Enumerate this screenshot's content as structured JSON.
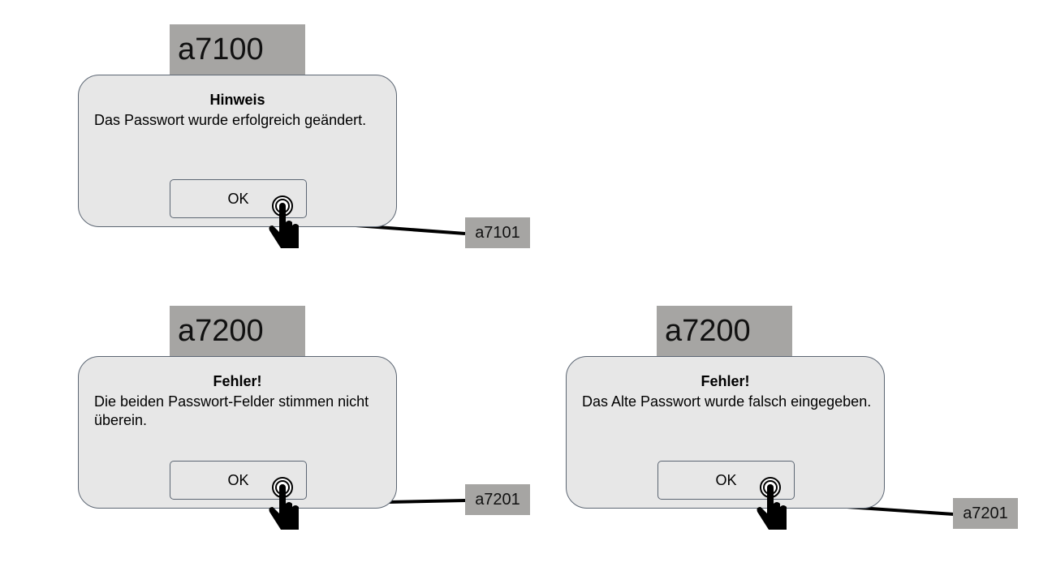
{
  "screens": [
    {
      "screen_id": "a7100",
      "title": "Hinweis",
      "message": "Das Passwort wurde erfolgreich geändert.",
      "button_label": "OK",
      "element_id": "a7101"
    },
    {
      "screen_id": "a7200",
      "title": "Fehler!",
      "message": "Die beiden Passwort-Felder stimmen nicht überein.",
      "button_label": "OK",
      "element_id": "a7201"
    },
    {
      "screen_id": "a7200",
      "title": "Fehler!",
      "message": "Das Alte Passwort wurde falsch eingegeben.",
      "button_label": "OK",
      "element_id": "a7201"
    }
  ],
  "icons": {
    "tap": "hand-tap-icon"
  },
  "colors": {
    "tag_background": "#a6a5a3",
    "dialog_background": "#e7e7e7",
    "dialog_border": "#5c6673"
  }
}
